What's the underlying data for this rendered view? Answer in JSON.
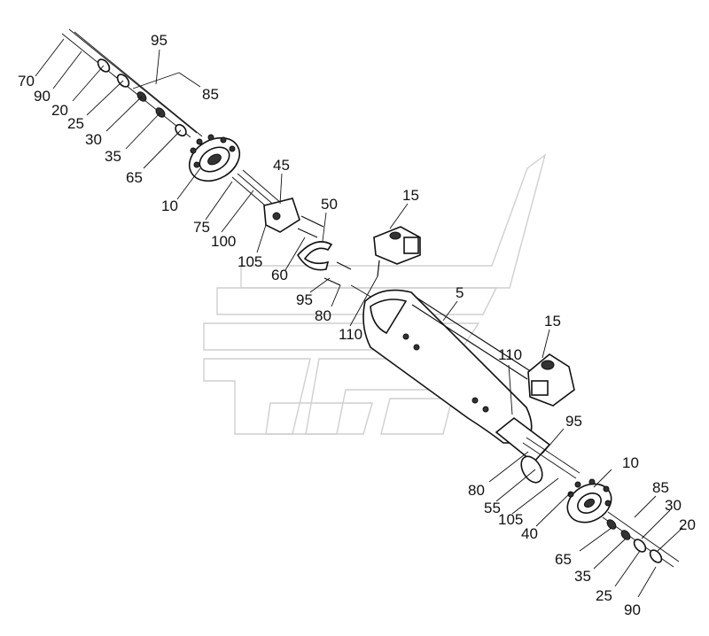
{
  "diagram": {
    "labels_left": {
      "l70": "70",
      "l90": "90",
      "l20": "20",
      "l25": "25",
      "l30": "30",
      "l35": "35",
      "l65": "65",
      "l95": "95",
      "l85": "85",
      "l10": "10",
      "l75": "75",
      "l100": "100",
      "l105": "105",
      "l45": "45",
      "l60": "60",
      "l50": "50",
      "l95b": "95",
      "l80": "80",
      "l15": "15",
      "l110": "110"
    },
    "labels_right": {
      "l5": "5",
      "l15": "15",
      "l110": "110",
      "l95": "95",
      "l80": "80",
      "l55": "55",
      "l105": "105",
      "l40": "40",
      "l10": "10",
      "l85": "85",
      "l30": "30",
      "l20": "20",
      "l65": "65",
      "l35": "35",
      "l25": "25",
      "l90": "90"
    }
  }
}
